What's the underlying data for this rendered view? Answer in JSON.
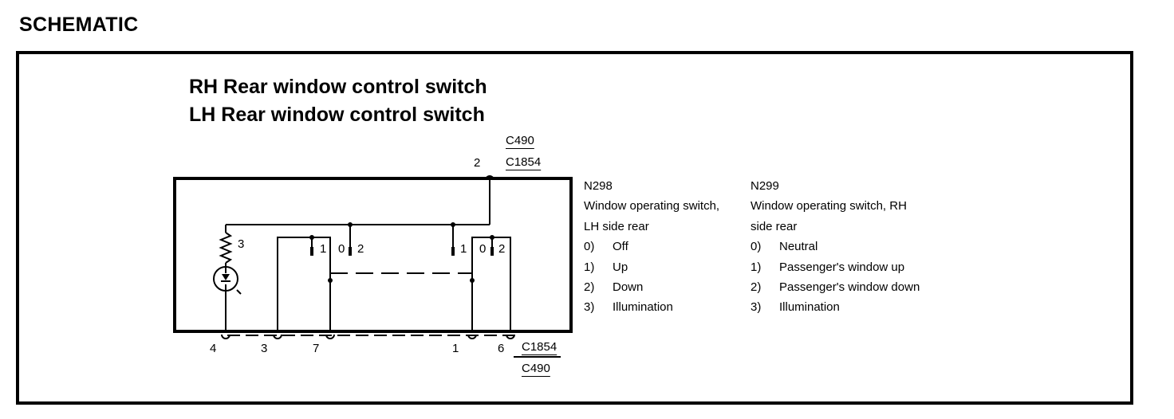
{
  "page": {
    "heading": "SCHEMATIC"
  },
  "diagram": {
    "title_line1": "RH Rear window control switch",
    "title_line2": "LH Rear window control switch",
    "connectors_top": {
      "pin": "2",
      "names": [
        "C490",
        "C1854"
      ]
    },
    "connectors_bottom": {
      "pins": [
        "4",
        "3",
        "7",
        "1",
        "6"
      ],
      "names": [
        "C1854",
        "C490"
      ]
    },
    "internal_labels": {
      "illumination_pin": "3",
      "left_switch": [
        "1",
        "0",
        "2"
      ],
      "right_switch": [
        "1",
        "0",
        "2"
      ]
    }
  },
  "legends": [
    {
      "code": "N298",
      "description_line1": "Window operating switch,",
      "description_line2": "LH side rear",
      "items": [
        {
          "num": "0)",
          "label": "Off"
        },
        {
          "num": "1)",
          "label": "Up"
        },
        {
          "num": "2)",
          "label": "Down"
        },
        {
          "num": "3)",
          "label": "Illumination"
        }
      ]
    },
    {
      "code": "N299",
      "description_line1": "Window operating switch, RH",
      "description_line2": "side rear",
      "items": [
        {
          "num": "0)",
          "label": "Neutral"
        },
        {
          "num": "1)",
          "label": "Passenger's window up"
        },
        {
          "num": "2)",
          "label": "Passenger's window down"
        },
        {
          "num": "3)",
          "label": "Illumination"
        }
      ]
    }
  ]
}
